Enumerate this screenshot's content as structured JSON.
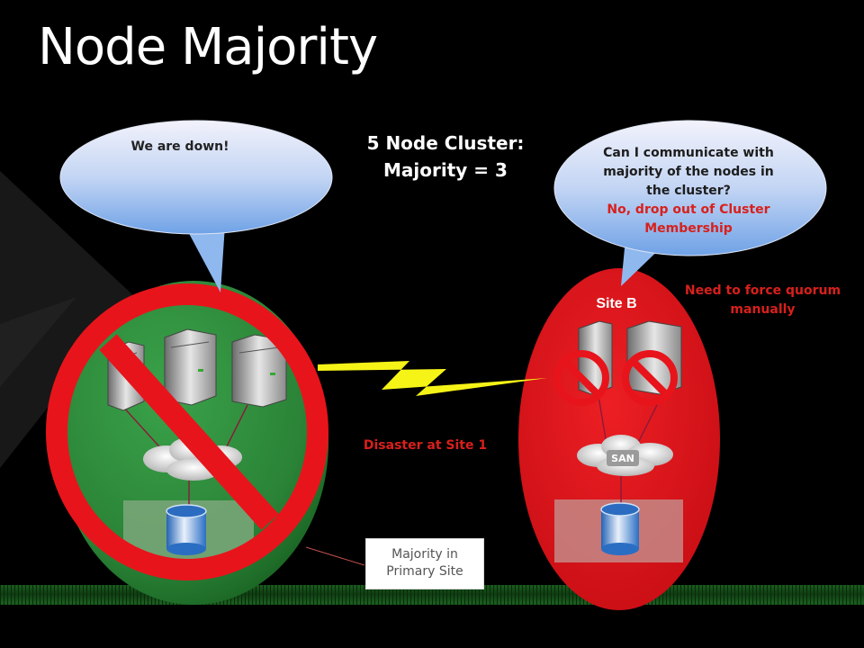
{
  "slide": {
    "title": "Node Majority",
    "cluster_heading": {
      "line1": "5 Node Cluster:",
      "line2": "Majority = 3"
    },
    "left_bubble": "We are down!",
    "right_bubble": {
      "line1": "Can I communicate with",
      "line2": "majority of the nodes in",
      "line3": "the cluster?",
      "line4": "No, drop out of Cluster",
      "line5": "Membership"
    },
    "force_quorum_note": {
      "line1": "Need to force quorum",
      "line2": "manually"
    },
    "disaster_note": "Disaster at Site 1",
    "site_b_label": "Site B",
    "san_label": "SAN",
    "callout": {
      "line1": "Majority in",
      "line2": "Primary Site"
    },
    "colors": {
      "site_a": "#2e8b3a",
      "site_b": "#d3151b",
      "prohibit": "#e8141b",
      "alert_text": "#d8201c",
      "link": "#f6f417"
    },
    "icons": [
      "server-icon",
      "cloud-icon",
      "database-icon",
      "prohibited-icon",
      "lightning-link-icon"
    ]
  }
}
